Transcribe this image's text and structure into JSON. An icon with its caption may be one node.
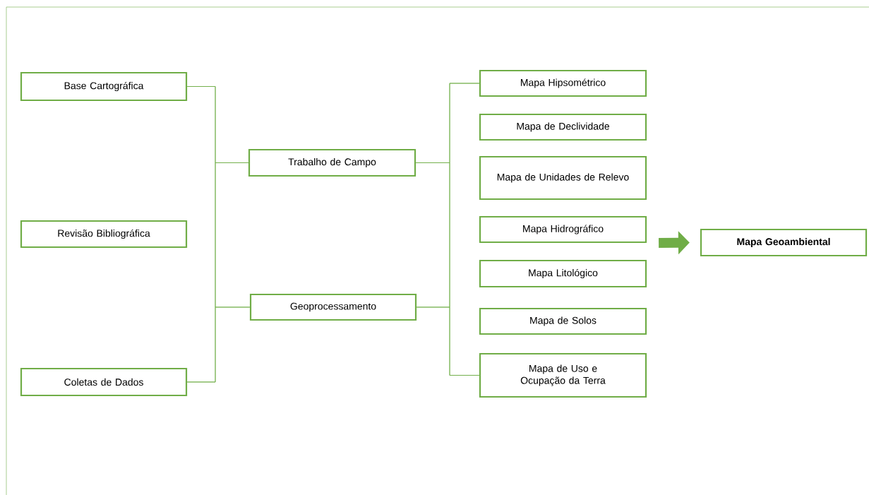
{
  "diagram": {
    "nodes": [
      {
        "text": [
          "Base Cartográfica"
        ]
      },
      {
        "text": [
          "Revisão Bibliográfica"
        ]
      },
      {
        "text": [
          "Coletas de Dados"
        ]
      },
      {
        "text": [
          "Trabalho de Campo"
        ]
      },
      {
        "text": [
          "Geoprocessamento"
        ]
      },
      {
        "text": [
          "Mapa Hipsométrico"
        ]
      },
      {
        "text": [
          "Mapa de Declividade"
        ]
      },
      {
        "text": [
          "Mapa de Unidades de Relevo"
        ]
      },
      {
        "text": [
          "Mapa Hidrográfico"
        ]
      },
      {
        "text": [
          "Mapa Litológico"
        ]
      },
      {
        "text": [
          "Mapa de Solos"
        ]
      },
      {
        "text": [
          "Mapa de Uso e Ocupação da Terra"
        ]
      },
      {
        "text": [
          "Mapa Geoambiental"
        ]
      }
    ],
    "edges": [
      {
        "from": 0,
        "to": 3,
        "arrow": "none"
      },
      {
        "from": 0,
        "to": 4,
        "arrow": "none"
      },
      {
        "from": 2,
        "to": 3,
        "arrow": "none"
      },
      {
        "from": 2,
        "to": 4,
        "arrow": "none"
      },
      {
        "from": 3,
        "to": 5,
        "arrow": "none"
      },
      {
        "from": 3,
        "to": 11,
        "arrow": "none"
      },
      {
        "from": 4,
        "to": 5,
        "arrow": "none"
      },
      {
        "from": 4,
        "to": 11,
        "arrow": "none"
      },
      {
        "from": 8,
        "to": 12,
        "arrow": "to",
        "style": "thick"
      }
    ]
  }
}
